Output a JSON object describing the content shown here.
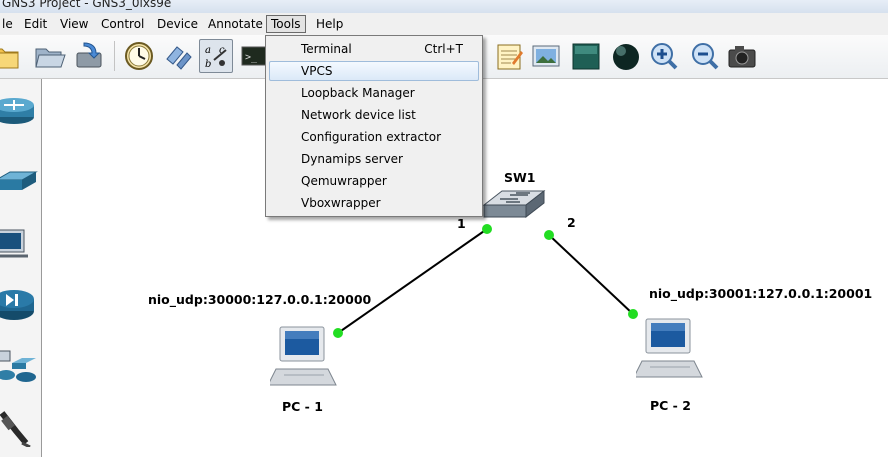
{
  "window": {
    "title": "GNS3 Project - GNS3_0lxs9e"
  },
  "menubar": {
    "items": [
      {
        "id": "file",
        "label": "le"
      },
      {
        "id": "edit",
        "label": "Edit"
      },
      {
        "id": "view",
        "label": "View"
      },
      {
        "id": "control",
        "label": "Control"
      },
      {
        "id": "device",
        "label": "Device"
      },
      {
        "id": "annotate",
        "label": "Annotate"
      },
      {
        "id": "tools",
        "label": "Tools"
      },
      {
        "id": "help",
        "label": "Help"
      }
    ],
    "active": "Tools"
  },
  "tools_menu": {
    "items": [
      {
        "label": "Terminal",
        "shortcut": "Ctrl+T"
      },
      {
        "label": "VPCS",
        "shortcut": ""
      },
      {
        "label": "Loopback Manager",
        "shortcut": ""
      },
      {
        "label": "Network device list",
        "shortcut": ""
      },
      {
        "label": "Configuration extractor",
        "shortcut": ""
      },
      {
        "label": "Dynamips server",
        "shortcut": ""
      },
      {
        "label": "Qemuwrapper",
        "shortcut": ""
      },
      {
        "label": "Vboxwrapper",
        "shortcut": ""
      }
    ],
    "highlighted": "VPCS"
  },
  "toolbar": {
    "buttons": [
      "new-project-icon",
      "open-project-icon",
      "save-project-icon",
      "snapshot-icon",
      "design-mode-icon",
      "show-interface-labels-icon",
      "console-icon",
      "add-note-icon",
      "insert-picture-icon",
      "draw-rectangle-icon",
      "draw-ellipse-icon",
      "zoom-in-icon",
      "zoom-out-icon",
      "screenshot-icon"
    ]
  },
  "device_palette": {
    "items": [
      "router-icon",
      "switch-icon",
      "end-device-icon",
      "security-device-icon",
      "all-devices-icon",
      "cable-icon"
    ]
  },
  "topology": {
    "switch": {
      "name": "SW1",
      "port_left": "1",
      "port_right": "2"
    },
    "pc1": {
      "name": "PC - 1",
      "nio": "nio_udp:30000:127.0.0.1:20000"
    },
    "pc2": {
      "name": "PC - 2",
      "nio": "nio_udp:30001:127.0.0.1:20001"
    },
    "link_status_color": "#22dd22"
  }
}
